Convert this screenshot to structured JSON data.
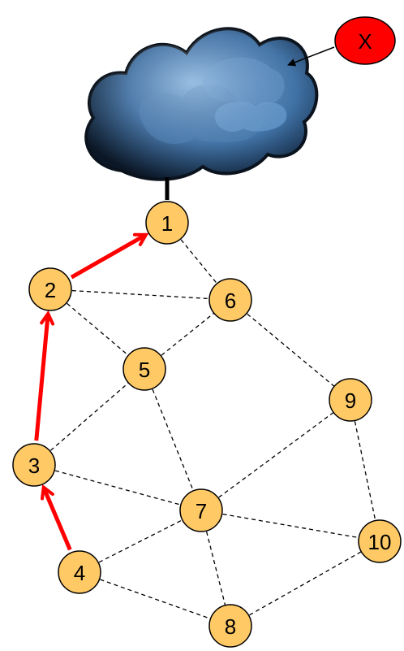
{
  "nodes": [
    {
      "id": "1",
      "label": "1"
    },
    {
      "id": "2",
      "label": "2"
    },
    {
      "id": "3",
      "label": "3"
    },
    {
      "id": "4",
      "label": "4"
    },
    {
      "id": "5",
      "label": "5"
    },
    {
      "id": "6",
      "label": "6"
    },
    {
      "id": "7",
      "label": "7"
    },
    {
      "id": "8",
      "label": "8"
    },
    {
      "id": "9",
      "label": "9"
    },
    {
      "id": "10",
      "label": "10"
    }
  ],
  "dashed_links": [
    [
      "1",
      "6"
    ],
    [
      "2",
      "6"
    ],
    [
      "2",
      "5"
    ],
    [
      "5",
      "6"
    ],
    [
      "6",
      "9"
    ],
    [
      "3",
      "5"
    ],
    [
      "3",
      "7"
    ],
    [
      "3",
      "4"
    ],
    [
      "5",
      "7"
    ],
    [
      "7",
      "9"
    ],
    [
      "7",
      "10"
    ],
    [
      "9",
      "10"
    ],
    [
      "4",
      "7"
    ],
    [
      "7",
      "8"
    ],
    [
      "4",
      "8"
    ],
    [
      "8",
      "10"
    ]
  ],
  "routing_path": [
    [
      "4",
      "3"
    ],
    [
      "3",
      "2"
    ],
    [
      "2",
      "1"
    ]
  ],
  "external_node": {
    "label": "X"
  },
  "colors": {
    "node_fill": "#FFC966",
    "node_stroke": "#000000",
    "path_arrow": "#FF0000",
    "external_fill": "#FF0000",
    "cloud_dark": "#0d1a2b",
    "cloud_light": "#4f8fcf"
  }
}
